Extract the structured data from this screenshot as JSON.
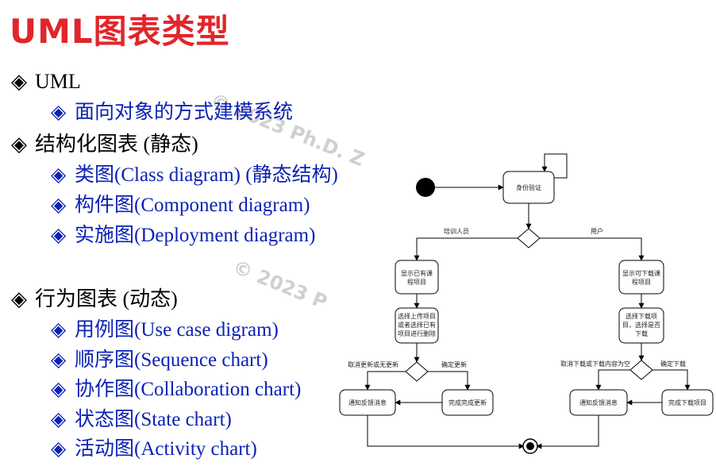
{
  "slide": {
    "title": "UML图表类型",
    "bullet_symbol": "◈",
    "watermark_1": "© 2023 Ph.D. Z",
    "watermark_2": "© 2023 P",
    "items": [
      {
        "level": 1,
        "text": "UML"
      },
      {
        "level": 2,
        "text": "面向对象的方式建模系统"
      },
      {
        "level": 1,
        "text": "结构化图表 (静态)"
      },
      {
        "level": 2,
        "text": "类图(Class diagram) (静态结构)"
      },
      {
        "level": 2,
        "text": "构件图(Component diagram)"
      },
      {
        "level": 2,
        "text": "实施图(Deployment diagram)"
      },
      {
        "level": 1,
        "text": "行为图表 (动态)"
      },
      {
        "level": 2,
        "text": "用例图(Use case digram)"
      },
      {
        "level": 2,
        "text": "顺序图(Sequence chart)"
      },
      {
        "level": 2,
        "text": "协作图(Collaboration chart)"
      },
      {
        "level": 2,
        "text": "状态图(State chart)"
      },
      {
        "level": 2,
        "text": "活动图(Activity chart)"
      }
    ]
  },
  "diagram": {
    "activities": {
      "auth": "身份验证",
      "left_show_1": "显示已有课",
      "left_show_2": "程项目",
      "left_select_1": "选择上传项目",
      "left_select_2": "或者选择已有",
      "left_select_3": "项目进行删除",
      "left_notify": "通知反馈消息",
      "left_done": "完成完成更新",
      "right_show_1": "显示可下载课",
      "right_show_2": "程项目",
      "right_select_1": "选择下载项",
      "right_select_2": "目，选择是否",
      "right_select_3": "下载",
      "right_notify": "通知反馈消息",
      "right_done": "完成下载项目"
    },
    "guards": {
      "trainer": "培训人员",
      "user": "用户",
      "left_cancel": "取消更新或无更新",
      "left_confirm": "确定更新",
      "right_cancel": "取消下载或下载内容为空",
      "right_confirm": "确定下载"
    }
  }
}
